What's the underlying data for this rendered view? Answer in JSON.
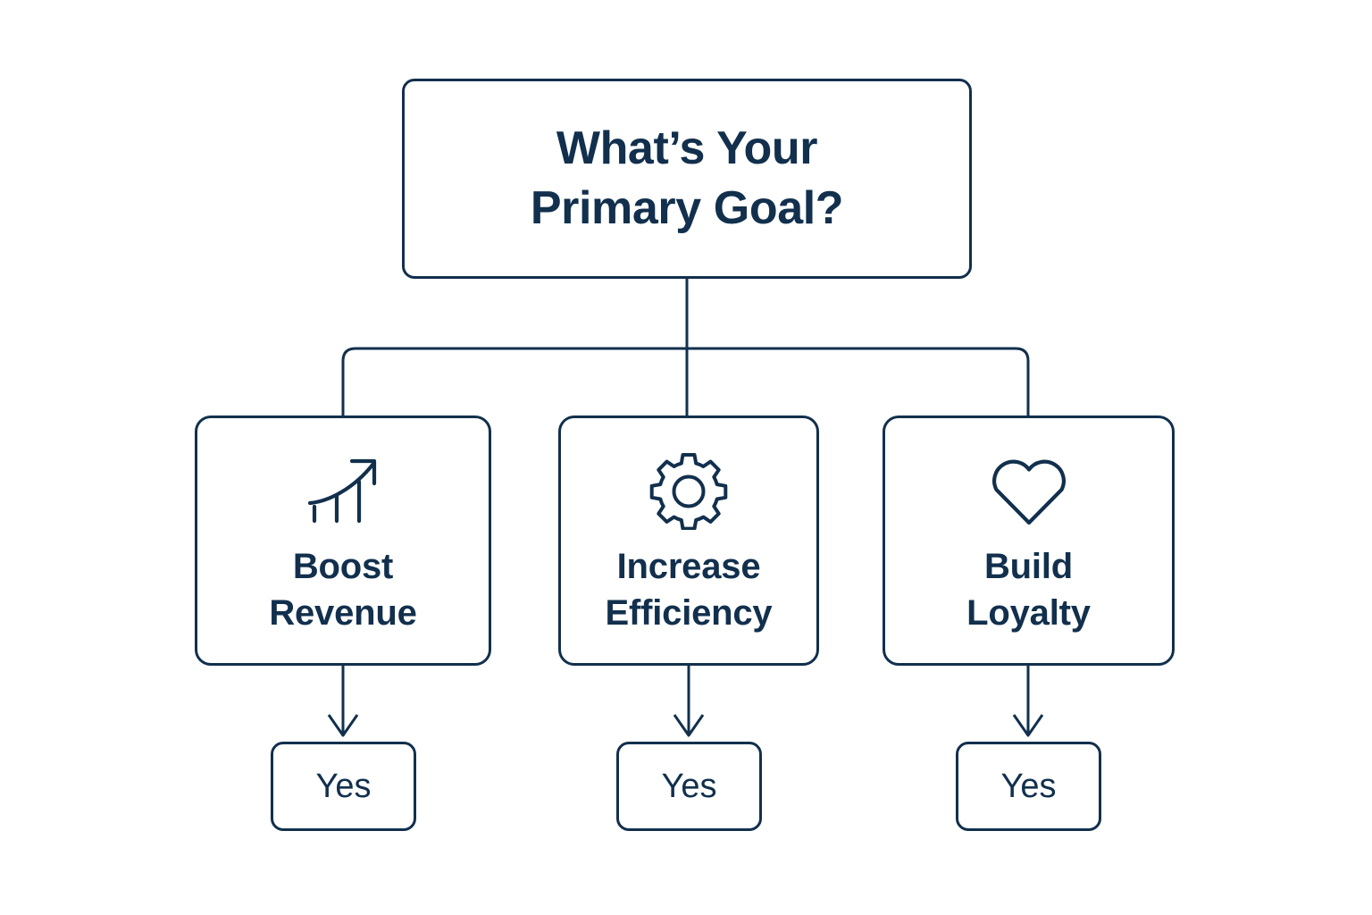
{
  "theme": {
    "background": "#ffffff",
    "stroke": "#12304d",
    "text": "#12304d"
  },
  "diagram": {
    "title": "What’s Your Primary Goal?",
    "root": {
      "label": "What’s Your\nPrimary Goal?"
    },
    "options": [
      {
        "label": "Boost\nRevenue",
        "icon": "growth-chart-icon",
        "outcome": "Yes"
      },
      {
        "label": "Increase\nEfficiency",
        "icon": "gear-icon",
        "outcome": "Yes"
      },
      {
        "label": "Build\nLoyalty",
        "icon": "heart-icon",
        "outcome": "Yes"
      }
    ]
  }
}
